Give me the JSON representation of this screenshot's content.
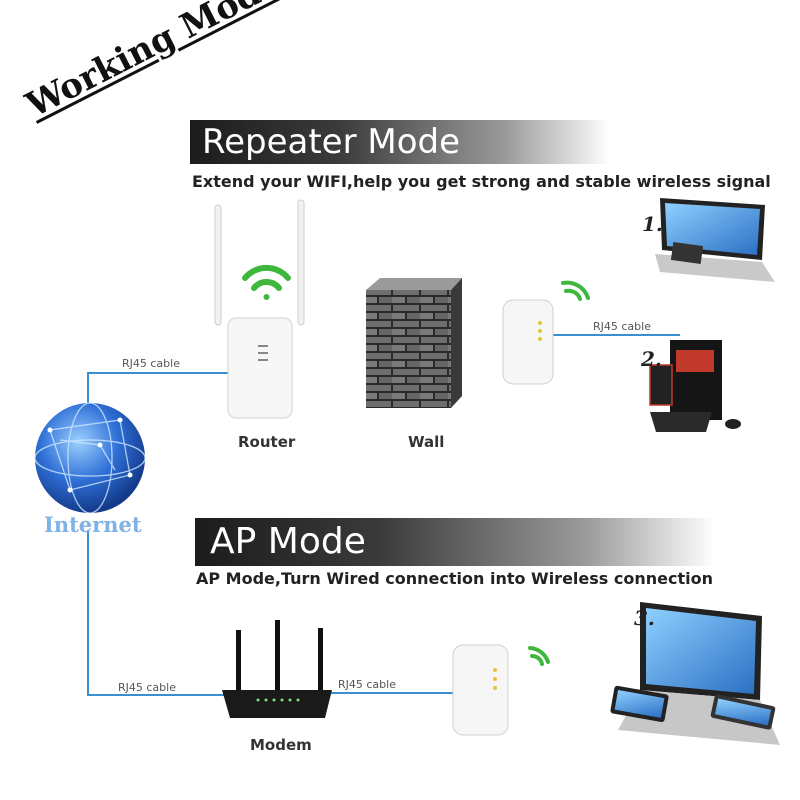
{
  "heading": "Working Mode",
  "repeater": {
    "title": "Repeater Mode",
    "subtitle": "Extend your WIFI,help you get strong and stable wireless signal",
    "router_label": "Router",
    "wall_label": "Wall",
    "cable_left": "RJ45 cable",
    "cable_right": "RJ45 cable",
    "num1": "1.",
    "num2": "2."
  },
  "internet_label": "Internet",
  "ap": {
    "title": "AP Mode",
    "subtitle": "AP Mode,Turn Wired connection into Wireless connection",
    "modem_label": "Modem",
    "cable_left": "RJ45 cable",
    "cable_right": "RJ45 cable",
    "num3": "3."
  },
  "colors": {
    "cable": "#3a8fd0",
    "wifi_green": "#3db83d",
    "globe": "#2f6fd6",
    "internet_text": "#7fb3e6"
  },
  "icons": [
    "wifi-icon",
    "globe-icon",
    "router-icon",
    "brick-wall-icon",
    "repeater-icon",
    "laptop-icon",
    "desktop-pc-icon",
    "modem-icon"
  ]
}
